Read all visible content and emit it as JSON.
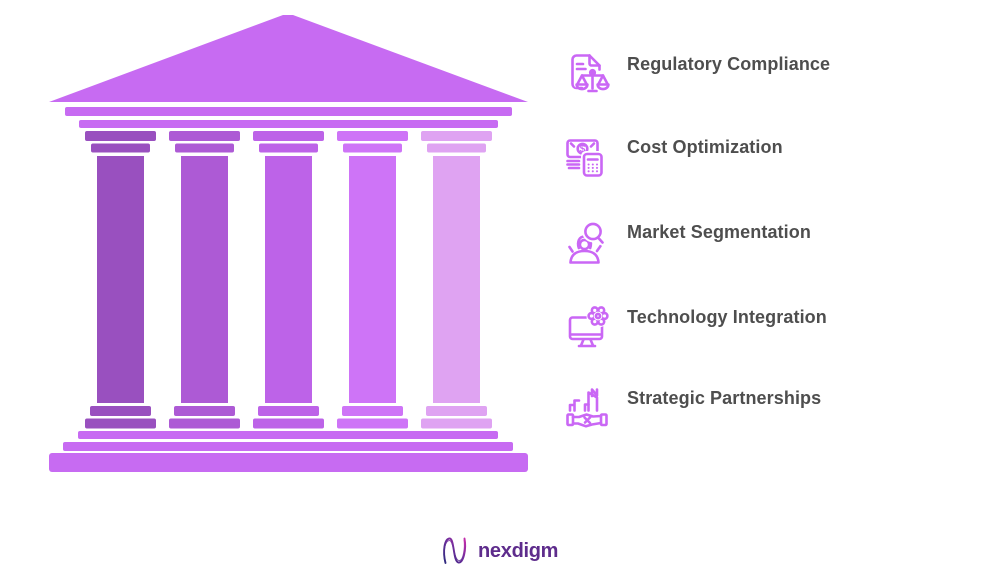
{
  "temple": {
    "structure_color": "#c76bf2",
    "pillar_colors": [
      "#9950bf",
      "#ad5ad5",
      "#bd63e8",
      "#ce74f7",
      "#dfa3f2"
    ]
  },
  "items": [
    {
      "label": "Regulatory Compliance",
      "icon": "document-scales-icon"
    },
    {
      "label": "Cost Optimization",
      "icon": "money-calculator-icon"
    },
    {
      "label": "Market Segmentation",
      "icon": "person-magnifier-icon"
    },
    {
      "label": "Technology Integration",
      "icon": "monitor-gear-icon"
    },
    {
      "label": "Strategic Partnerships",
      "icon": "handshake-buildings-icon"
    }
  ],
  "styles": {
    "icon_color": "#ca67f5",
    "label_color": "#4e4e4e"
  },
  "brand": {
    "name": "nexdigm",
    "wordmark_color": "#5e2c8c",
    "dollar_sign": "$"
  }
}
